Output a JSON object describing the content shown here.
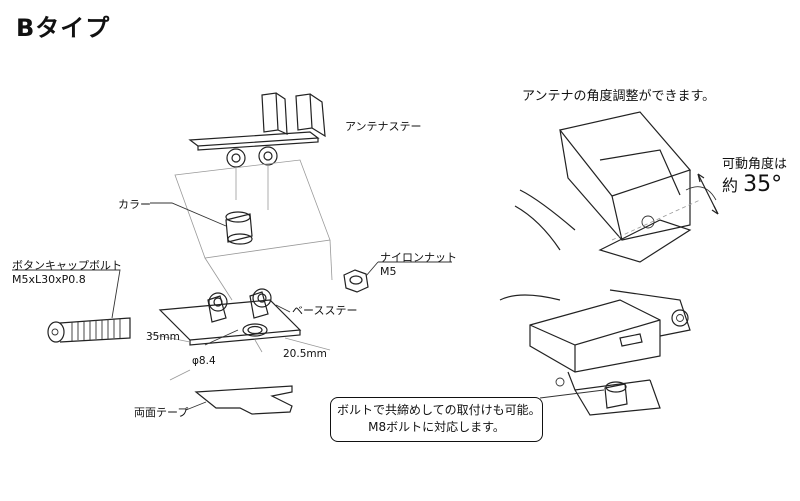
{
  "title": "Bタイプ",
  "labels": {
    "antenna_stay": "アンテナステー",
    "collar": "カラー",
    "bolt_name": "ボタンキャップボルト",
    "bolt_spec": "M5xL30xP0.8",
    "nut_name": "ナイロンナット",
    "nut_spec": "M5",
    "base_stay": "ベースステー",
    "dim_35": "35mm",
    "dim_205": "20.5mm",
    "dim_hole": "φ8.4",
    "tape": "両面テープ"
  },
  "right_panel": {
    "caption": "アンテナの角度調整ができます。",
    "angle_label": "可動角度は",
    "angle_prefix": "約",
    "angle_value": "35°"
  },
  "note": {
    "line1": "ボルトで共締めしての取付けも可能。",
    "line2": "M8ボルトに対応します。"
  }
}
